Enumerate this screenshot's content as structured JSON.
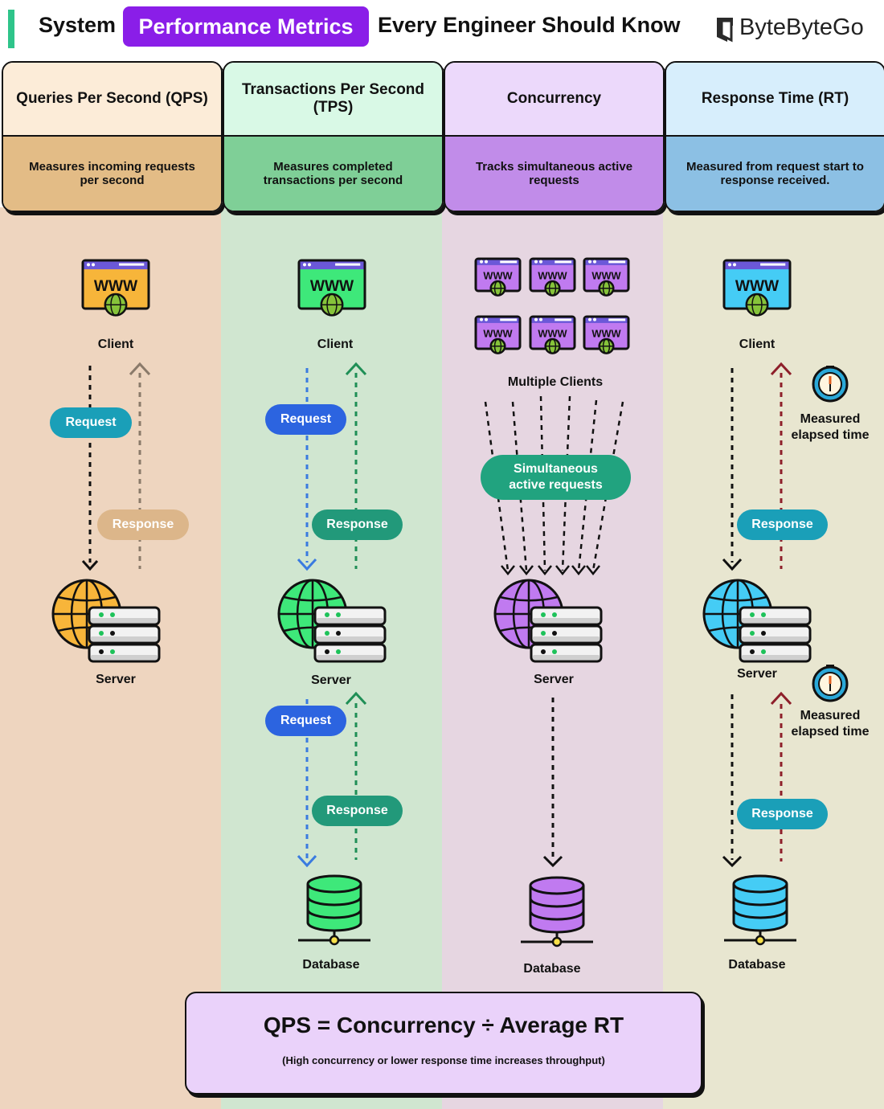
{
  "header": {
    "title_left": "System",
    "title_highlight": "Performance Metrics",
    "title_right": "Every Engineer Should Know",
    "brand": "ByteByteGo"
  },
  "columns": [
    {
      "title": "Queries Per Second (QPS)",
      "description": "Measures incoming requests per second",
      "head_color": "#fcecd8",
      "desc_color": "#e3bc86",
      "bg_color": "#eed5bf"
    },
    {
      "title": "Transactions Per Second (TPS)",
      "description": "Measures completed transactions per second",
      "head_color": "#d9f9e6",
      "desc_color": "#7fcf97",
      "bg_color": "#d0e6d0"
    },
    {
      "title": "Concurrency",
      "description": "Tracks simultaneous active requests",
      "head_color": "#ecd9fb",
      "desc_color": "#c18ce9",
      "bg_color": "#e6d6e1"
    },
    {
      "title": "Response Time (RT)",
      "description": "Measured from request start to response received.",
      "head_color": "#d7eefc",
      "desc_color": "#8cc0e4",
      "bg_color": "#e8e6d0"
    }
  ],
  "labels": {
    "client": "Client",
    "server": "Server",
    "database": "Database",
    "multiple_clients": "Multiple Clients",
    "request": "Request",
    "response": "Response",
    "simultaneous": "Simultaneous active requests",
    "measured_elapsed": "Measured elapsed time",
    "www": "WWW"
  },
  "formula": {
    "equation": "QPS = Concurrency ÷ Average RT",
    "note": "(High concurrency or lower response time increases throughput)"
  },
  "colors": {
    "highlight": "#8a1ee8",
    "accent_bar": "#2ec48a",
    "qps": "#f7b53a",
    "tps": "#3ee87a",
    "concurrency": "#c07af0",
    "rt": "#45ccf5",
    "pill_teal": "#1a9fb8",
    "pill_tan": "#dcb68a",
    "pill_blue": "#2c64e0",
    "pill_green": "#22997a",
    "pill_sim": "#21a37f"
  },
  "icons": {
    "client": "www-browser-icon",
    "server": "globe-server-icon",
    "database": "database-icon",
    "timer": "stopwatch-icon",
    "logo": "bytebytego-logo-icon"
  }
}
